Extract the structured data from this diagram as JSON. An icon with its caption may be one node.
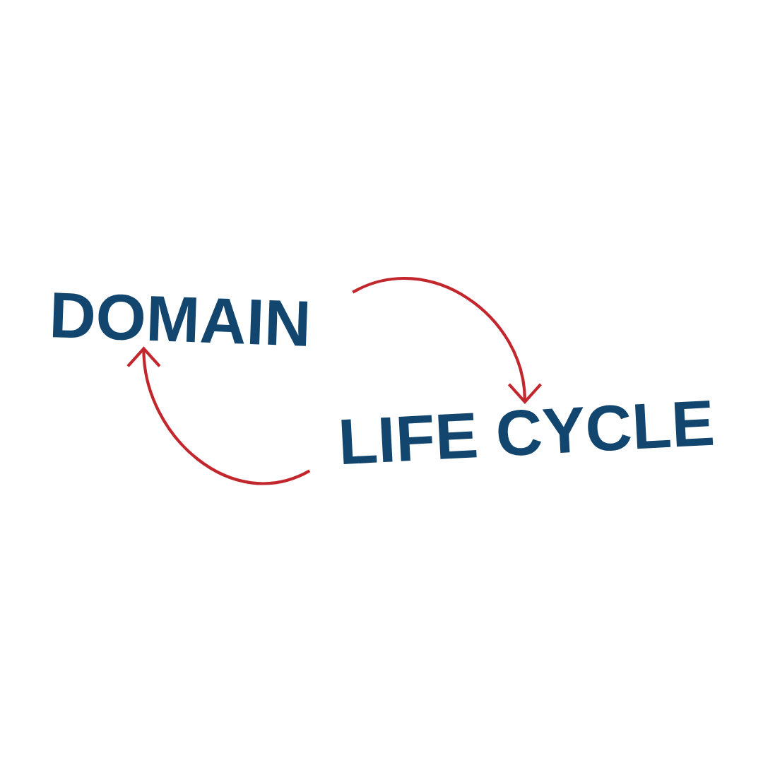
{
  "diagram": {
    "nodes": [
      {
        "text": [
          "DOMAIN"
        ]
      },
      {
        "text": [
          "LIFE CYCLE"
        ]
      }
    ],
    "edges": [
      {
        "from": 0,
        "to": 1,
        "arrow": "to"
      },
      {
        "from": 1,
        "to": 0,
        "arrow": "to"
      }
    ]
  }
}
